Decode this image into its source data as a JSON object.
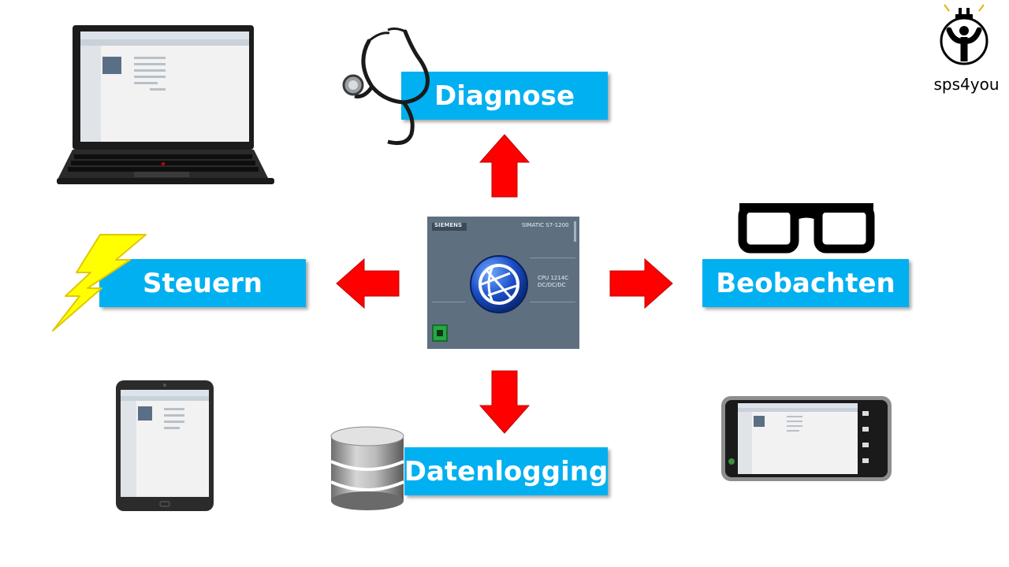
{
  "labels": {
    "diagnose": "Diagnose",
    "steuern": "Steuern",
    "beobachten": "Beobachten",
    "datenlogging": "Datenlogging"
  },
  "logo": {
    "text": "sps4you"
  },
  "plc": {
    "brand": "SIEMENS",
    "model": "SIMATIC S7-1200",
    "cpu_line1": "CPU 1214C",
    "cpu_line2": "DC/DC/DC"
  },
  "icons": [
    "laptop-icon",
    "stethoscope-icon",
    "lightning-icon",
    "glasses-icon",
    "tablet-icon",
    "database-icon",
    "smartphone-icon",
    "globe-icon",
    "sps4you-logo-icon"
  ],
  "colors": {
    "label_bg": "#00b0f0",
    "label_text": "#ffffff",
    "arrow_red": "#ff0000",
    "plc_body": "#5e6f80",
    "lightning": "#ffff00"
  }
}
